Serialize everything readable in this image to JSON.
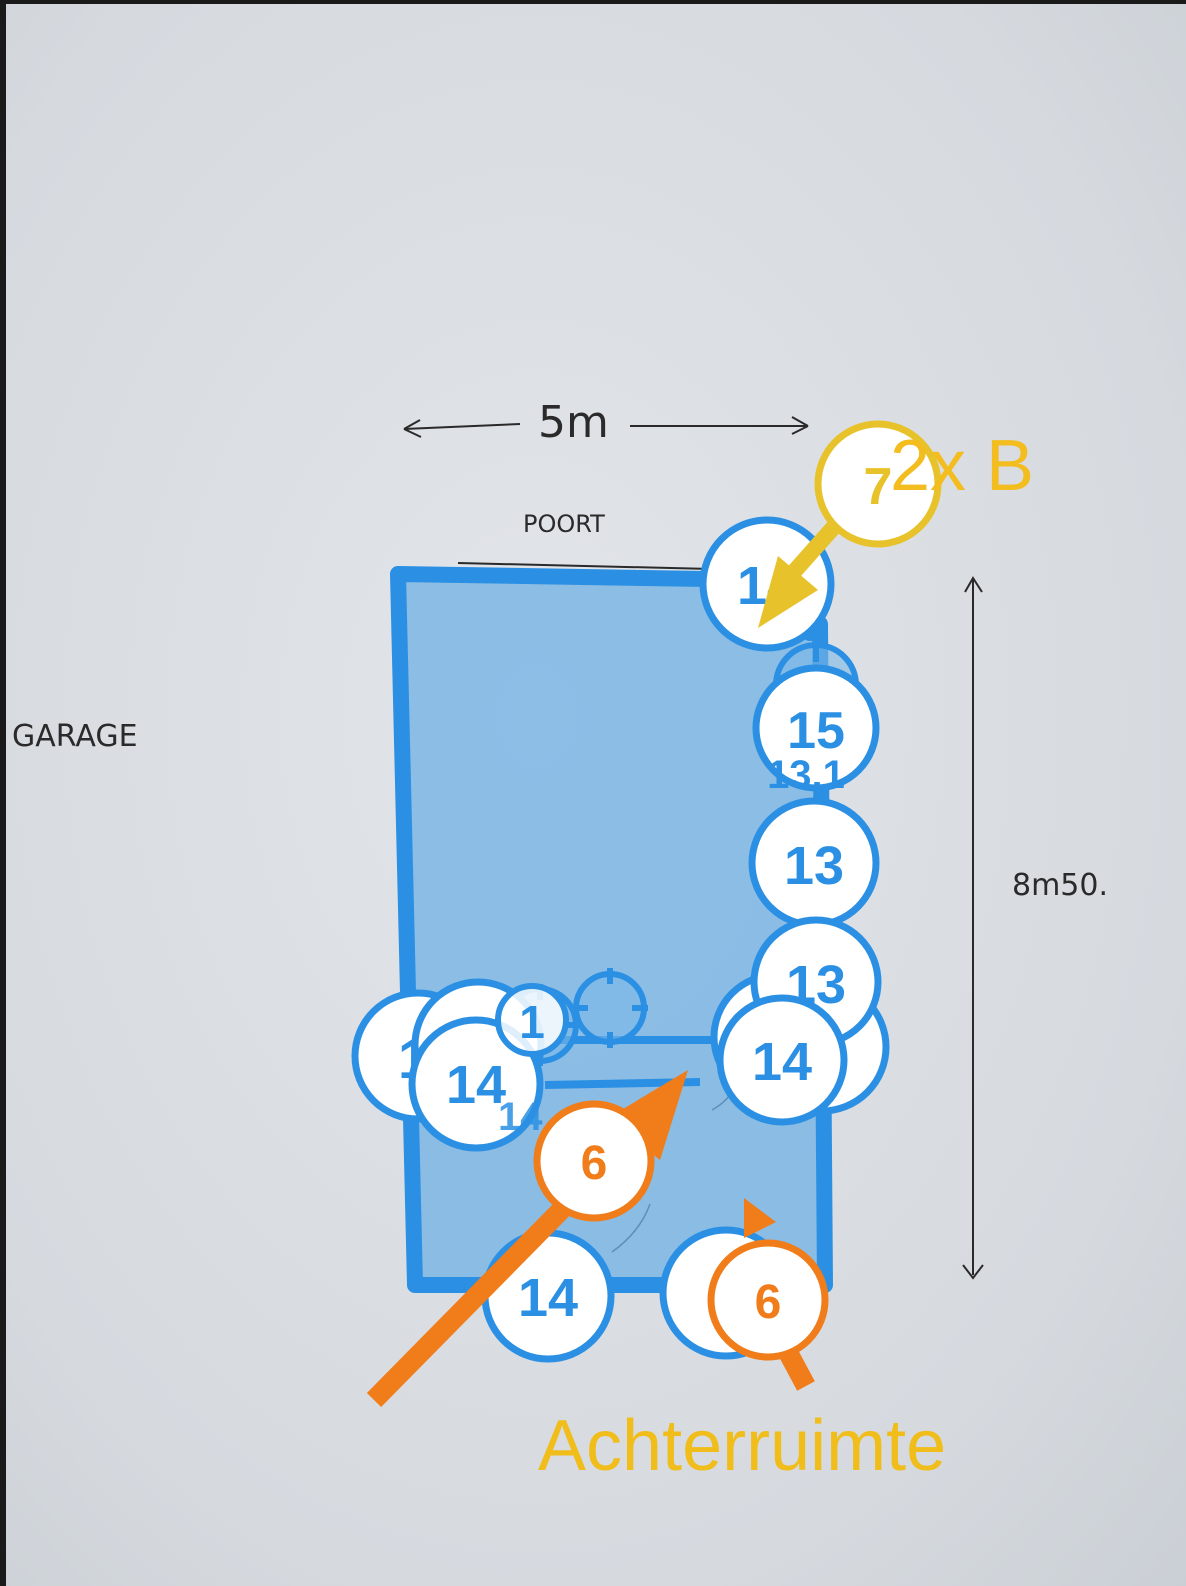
{
  "sheet": {
    "width_label": "5m",
    "gate_label": "POORT",
    "side_label": "GARAGE",
    "length_label": "8m50."
  },
  "notes": {
    "top": "2x B",
    "bottom": "Achterruimte"
  },
  "colors": {
    "paper": "#d9dde2",
    "zone_fill": "#6fb0e4",
    "zone_stroke": "#2b90e3",
    "badge_blue": "#2b90e3",
    "badge_orange": "#f07c1a",
    "badge_yellow": "#e8c22a",
    "note_yellow": "#f3bd1f",
    "note_gold": "#f0bd1a"
  },
  "badges": {
    "b14_left_a": "1",
    "b14_left_b": "14",
    "b14_left_c": "14",
    "b1_small": "1",
    "b14_top": "14",
    "b15": "15",
    "b13_1": "13.1",
    "b13_a": "13",
    "b13_b": "13",
    "b14_right": "14",
    "b14_bottom": "14",
    "b1_bottom": "1",
    "b6_orange_a": "6",
    "b6_orange_b": "6",
    "b7_yellow": "7"
  }
}
